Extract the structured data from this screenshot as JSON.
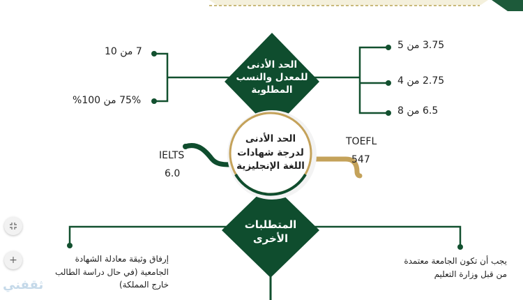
{
  "colors": {
    "dark_green": "#0f4d2e",
    "gold": "#c4a25a",
    "line_green": "#12502f"
  },
  "diamond_top": {
    "line1": "الحد الأدنى",
    "line2": "للمعدل والنسب",
    "line3": "المطلوبة"
  },
  "circle_center": {
    "line1": "الحد الأدنى",
    "line2": "لدرجة شهادات",
    "line3": "اللغة الإنجليزية"
  },
  "diamond_bottom": {
    "line1": "المتطلبات",
    "line2": "الأخرى"
  },
  "left_top": {
    "item1": "7 من 10",
    "item2": "75% من 100%"
  },
  "right_top": {
    "item1": "3.75 من 5",
    "item2": "2.75 من 4",
    "item3": "6.5 من 8"
  },
  "ielts": {
    "label": "IELTS",
    "score": "6.0"
  },
  "toefl": {
    "label": "TOEFL",
    "score": "547"
  },
  "bottom_left": {
    "line1": "إرفاق وثيقة معادلة الشهادة",
    "line2": "الجامعية (في حال دراسة الطالب",
    "line3": "خارج المملكة)"
  },
  "bottom_right": {
    "line1": "يجب أن تكون الجامعة معتمدة",
    "line2": "من قبل وزارة التعليم"
  },
  "controls": {
    "fullscreen_icon": "collapse-arrows-icon",
    "zoom_in_label": "+"
  },
  "watermark": {
    "text": "ثقفني"
  }
}
